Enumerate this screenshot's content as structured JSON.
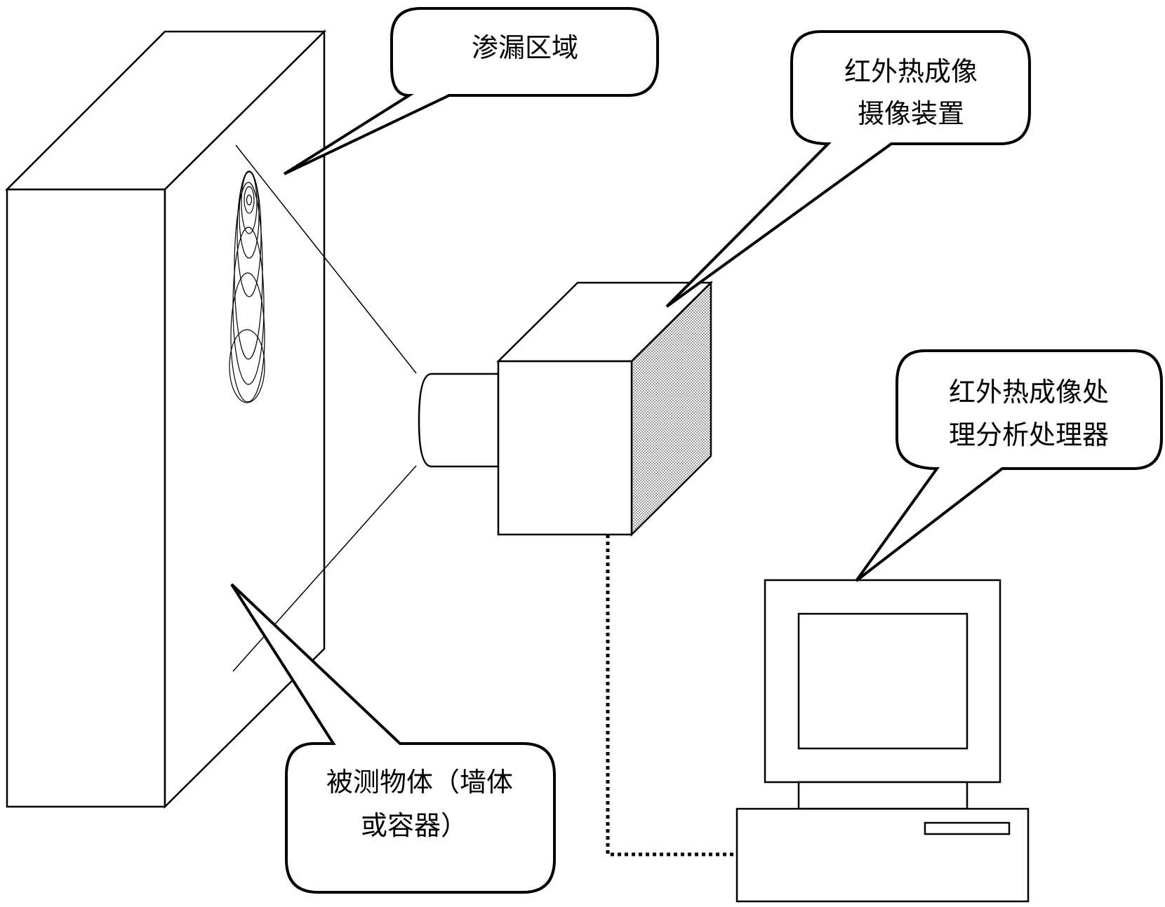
{
  "callouts": {
    "leak_area": {
      "line1": "渗漏区域"
    },
    "camera": {
      "line1": "红外热成像",
      "line2": "摄像装置"
    },
    "processor": {
      "line1": "红外热成像处",
      "line2": "理分析处理器"
    },
    "object": {
      "line1": "被测物体（墙体",
      "line2": "或容器）"
    }
  },
  "colors": {
    "stroke": "#000000",
    "background": "#ffffff",
    "camera_side_dots": "#555555"
  },
  "icons": {
    "wall": "box-3d",
    "leak": "concentric-ellipses",
    "camera": "camera-cube",
    "computer": "desktop-computer",
    "cable": "dotted-line"
  }
}
